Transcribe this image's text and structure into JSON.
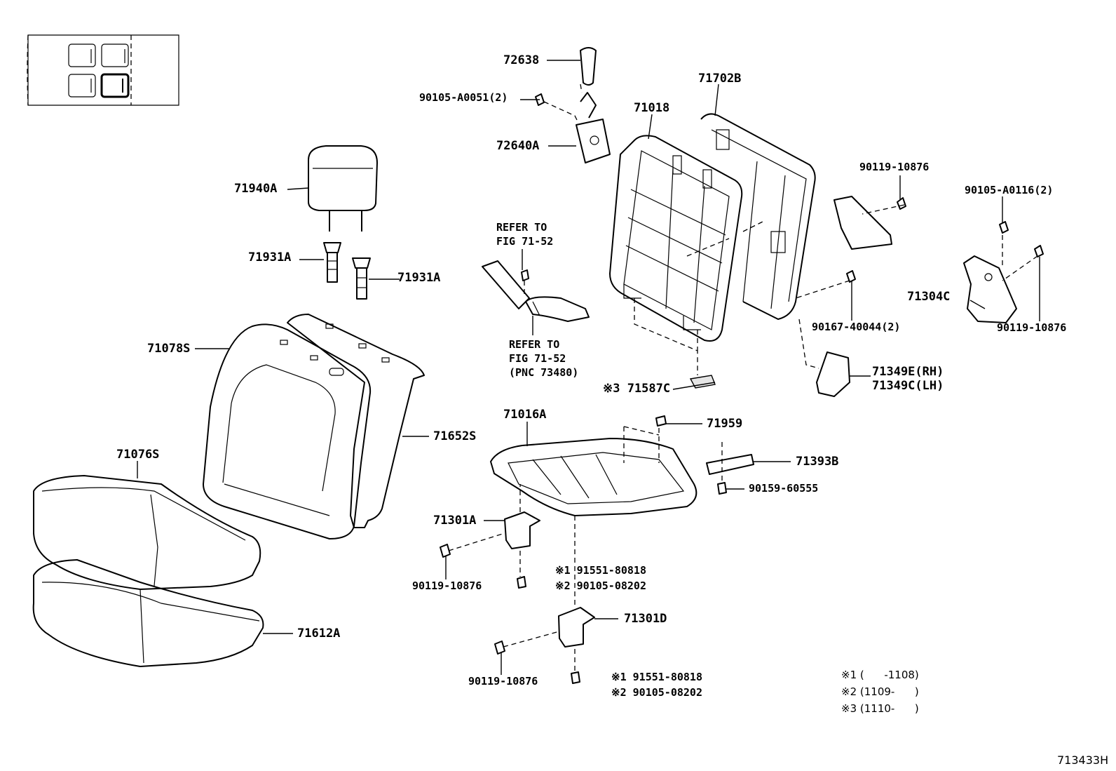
{
  "figure_id": "713433H",
  "labels": {
    "p72638": "72638",
    "p90105_a0051": "90105-A0051(2)",
    "p72640a": "72640A",
    "p71702b": "71702B",
    "p71018": "71018",
    "p71940a": "71940A",
    "p71931a_left": "71931A",
    "p71931a_right": "71931A",
    "refer1_line1": "REFER TO",
    "refer1_line2": "FIG 71-52",
    "refer2_line1": "REFER TO",
    "refer2_line2": "FIG 71-52",
    "refer2_line3": "(PNC 73480)",
    "p90119_10876_top": "90119-10876",
    "p90105_a0116": "90105-A0116(2)",
    "p71304c": "71304C",
    "p90119_10876_right": "90119-10876",
    "p90167_40044": "90167-40044(2)",
    "p71078s": "71078S",
    "p71349e": "71349E(RH)",
    "p71349c": "71349C(LH)",
    "p71587c": "※3 71587C",
    "p71016a": "71016A",
    "p71959": "71959",
    "p71652s": "71652S",
    "p71076s": "71076S",
    "p71393b": "71393B",
    "p90159_60555": "90159-60555",
    "p71301a": "71301A",
    "p90119_10876_mid": "90119-10876",
    "m1_91551_a": "※1 91551-80818",
    "m2_90105_a": "※2 90105-08202",
    "p71301d": "71301D",
    "p71612a": "71612A",
    "p90119_10876_bottom": "90119-10876",
    "m1_91551_b": "※1 91551-80818",
    "m2_90105_b": "※2 90105-08202"
  },
  "notes": {
    "n1": "※1 (      -1108)",
    "n2": "※2 (1109-      )",
    "n3": "※3 (1110-      )"
  },
  "icons": [
    "seat-position-map-icon",
    "headrest-icon",
    "seat-cushion-icon",
    "seatback-icon",
    "frame-icon",
    "bolt-icon",
    "bracket-icon",
    "seatbelt-buckle-icon"
  ]
}
